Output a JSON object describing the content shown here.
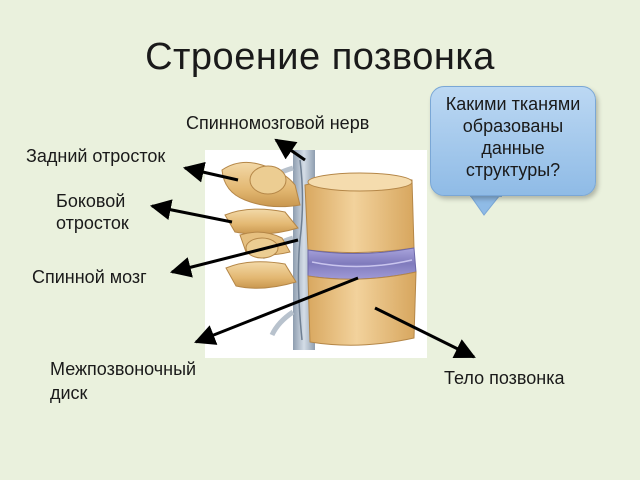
{
  "slide": {
    "title": "Строение позвонка"
  },
  "labels": {
    "spinal_nerve": "Спинномозговой нерв",
    "spinous_process": "Задний отросток",
    "transverse_process_line1": "Боковой",
    "transverse_process_line2": "отросток",
    "spinal_cord": "Спинной мозг",
    "disc_line1": "Межпозвоночный",
    "disc_line2": "диск",
    "vertebral_body": "Тело позвонка"
  },
  "callout": {
    "line1": "Какими тканями",
    "line2": "образованы",
    "line3": "данные",
    "line4": "структуры?"
  },
  "colors": {
    "background": "#eaf1dd",
    "bone": "#e8c58a",
    "bone_shadow": "#c9974f",
    "disc": "#8f8ac6",
    "spinal_cord": "#a9b6c4",
    "arrow": "#000000",
    "callout": "#a6c8ec"
  }
}
